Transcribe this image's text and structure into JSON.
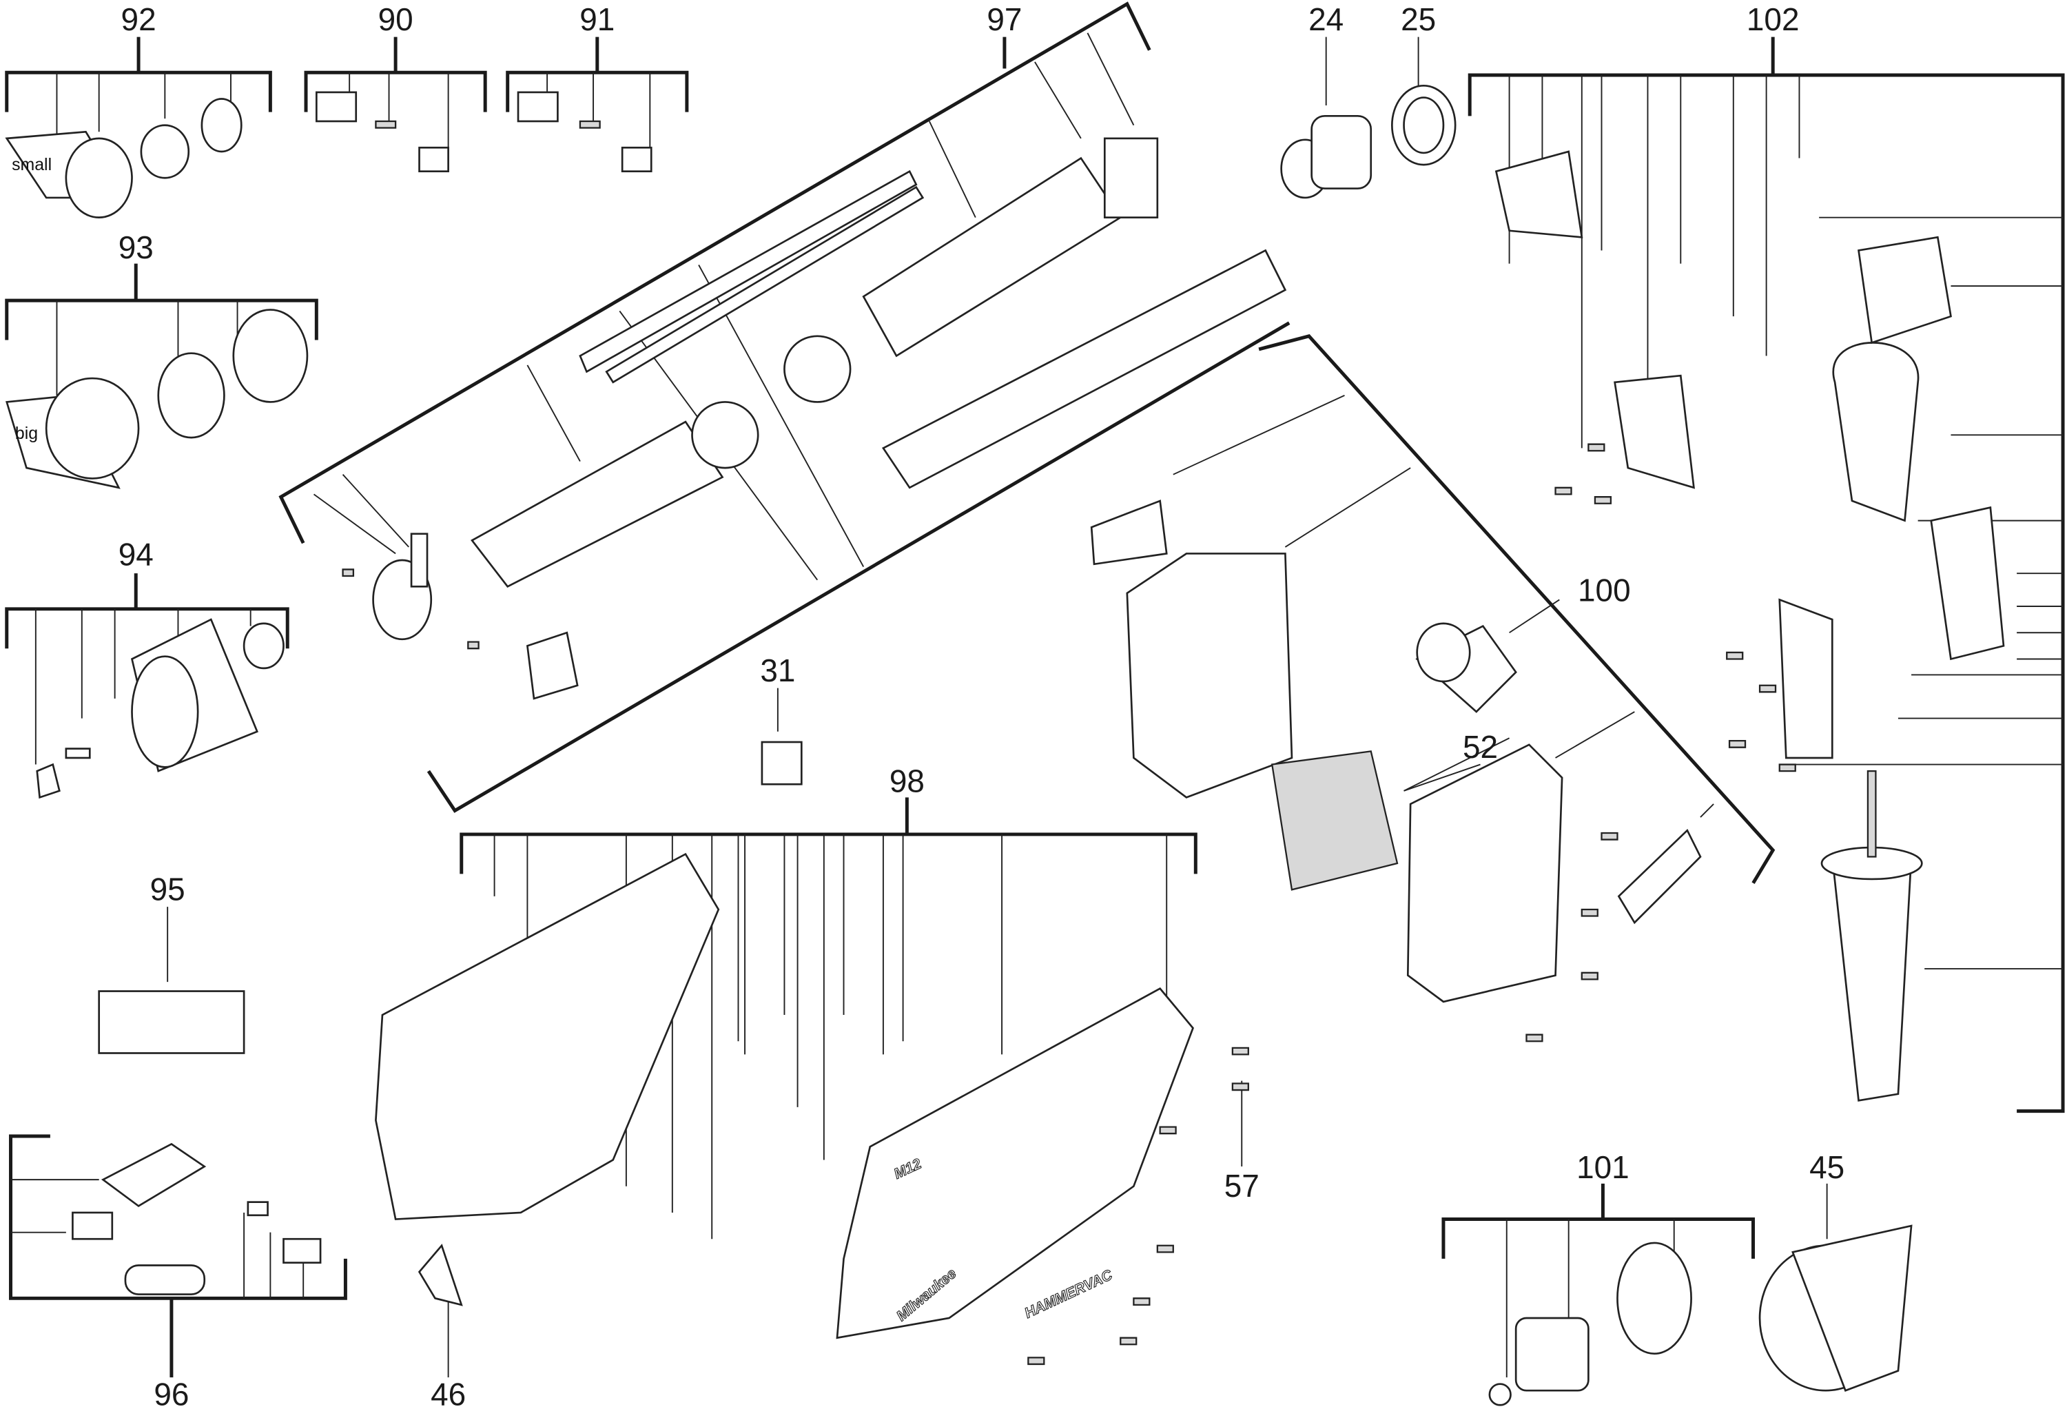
{
  "diagram": {
    "type": "exploded-parts-diagram",
    "callouts": {
      "p92": "92",
      "p90": "90",
      "p91": "91",
      "p97": "97",
      "p24": "24",
      "p25": "25",
      "p102": "102",
      "p93": "93",
      "p94": "94",
      "p100": "100",
      "p31": "31",
      "p98": "98",
      "p52": "52",
      "p95": "95",
      "p96": "96",
      "p46": "46",
      "p57": "57",
      "p101": "101",
      "p45": "45"
    },
    "part_tags": {
      "small": "small",
      "big": "big"
    },
    "brand_marks": [
      "Milwaukee",
      "M12",
      "HAMMERVAC"
    ]
  }
}
